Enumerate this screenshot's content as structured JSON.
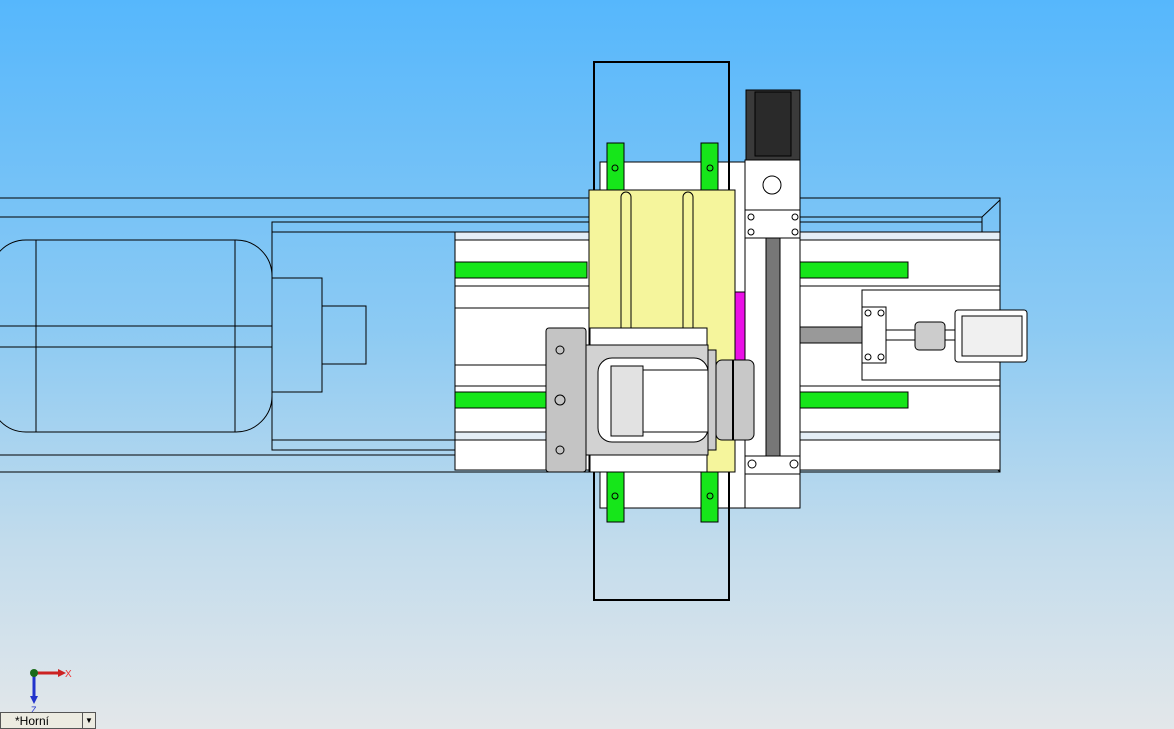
{
  "viewport": {
    "view_name": "*Horní",
    "colors": {
      "rail_green": "#16e61a",
      "carriage_yellow": "#f5f59c",
      "nut_magenta": "#ea10e6",
      "motor_black": "#3a3a3a",
      "chuck_grey": "#bdbdbd"
    }
  },
  "triad": {
    "x_label": "X",
    "z_label": "Z"
  },
  "view_selector": {
    "dropdown_icon": "chevron-down-icon"
  }
}
